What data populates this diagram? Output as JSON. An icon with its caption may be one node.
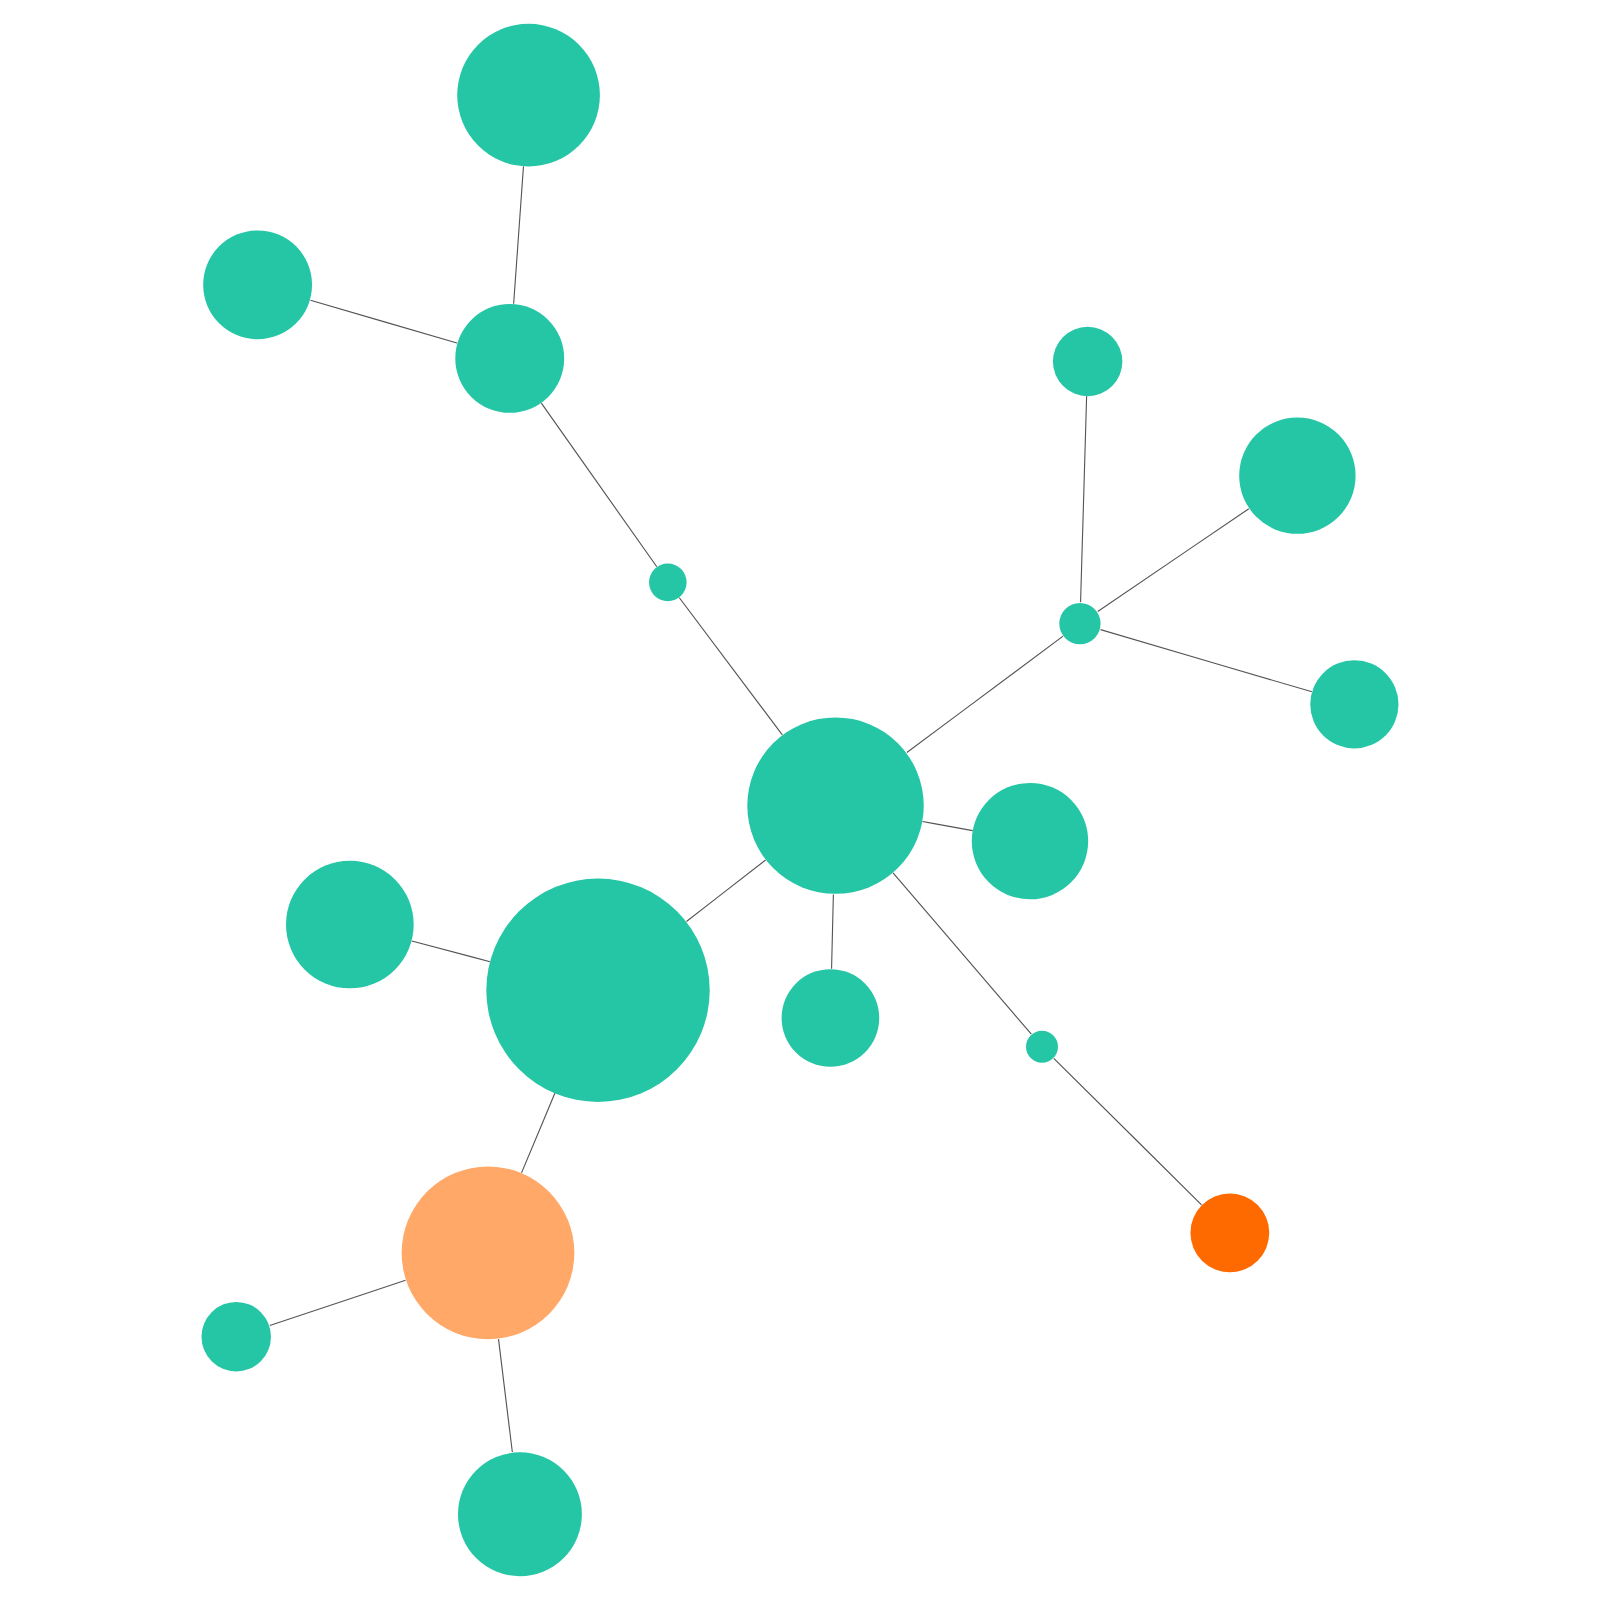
{
  "diagram": {
    "nodes": [
      {
        "text": [],
        "shape": "circle"
      },
      {
        "text": [],
        "shape": "circle"
      },
      {
        "text": [],
        "shape": "circle"
      },
      {
        "text": [],
        "shape": "circle"
      },
      {
        "text": [],
        "shape": "circle"
      },
      {
        "text": [],
        "shape": "circle"
      },
      {
        "text": [],
        "shape": "circle"
      },
      {
        "text": [],
        "shape": "circle"
      },
      {
        "text": [],
        "shape": "circle"
      },
      {
        "text": [],
        "shape": "circle"
      },
      {
        "text": [],
        "shape": "circle"
      },
      {
        "text": [],
        "shape": "circle"
      },
      {
        "text": [],
        "shape": "circle"
      },
      {
        "text": [],
        "shape": "circle"
      },
      {
        "text": [],
        "shape": "circle"
      },
      {
        "text": [],
        "shape": "circle"
      },
      {
        "text": [],
        "shape": "circle"
      },
      {
        "text": [],
        "shape": "circle"
      }
    ],
    "edges": [
      {
        "from": 1,
        "to": 3,
        "arrow": "none"
      },
      {
        "from": 2,
        "to": 3,
        "arrow": "none"
      },
      {
        "from": 3,
        "to": 5,
        "arrow": "none"
      },
      {
        "from": 5,
        "to": 7,
        "arrow": "none"
      },
      {
        "from": 0,
        "to": 4,
        "arrow": "none"
      },
      {
        "from": 4,
        "to": 7,
        "arrow": "none"
      },
      {
        "from": 4,
        "to": 9,
        "arrow": "none"
      },
      {
        "from": 9,
        "to": 6,
        "arrow": "none"
      },
      {
        "from": 9,
        "to": 11,
        "arrow": "none"
      },
      {
        "from": 7,
        "to": 8,
        "arrow": "none"
      },
      {
        "from": 7,
        "to": 10,
        "arrow": "none"
      },
      {
        "from": 10,
        "to": 12,
        "arrow": "none"
      },
      {
        "from": 7,
        "to": 13,
        "arrow": "none"
      },
      {
        "from": 7,
        "to": 15,
        "arrow": "none"
      },
      {
        "from": 15,
        "to": 14,
        "arrow": "none"
      },
      {
        "from": 15,
        "to": 16,
        "arrow": "none"
      },
      {
        "from": 15,
        "to": 17,
        "arrow": "none"
      }
    ]
  }
}
